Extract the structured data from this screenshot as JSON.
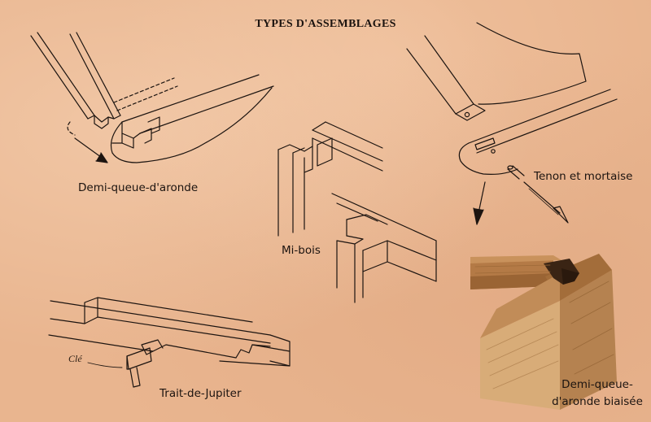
{
  "title": "TYPES D'ASSEMBLAGES",
  "labels": {
    "demi_queue_daronde": "Demi-queue-d'aronde",
    "mi_bois": "Mi-bois",
    "tenon_mortaise": "Tenon et mortaise",
    "trait_de_jupiter": "Trait-de-Jupiter",
    "cle": "Clé",
    "demi_queue_biaisee_line1": "Demi-queue-",
    "demi_queue_biaisee_line2": "d'aronde biaisée"
  },
  "colors": {
    "paper": "#e9b58f",
    "ink": "#1c1410",
    "wood_light": "#d4a572",
    "wood_mid": "#b07a45",
    "wood_dark": "#7a4a24"
  }
}
